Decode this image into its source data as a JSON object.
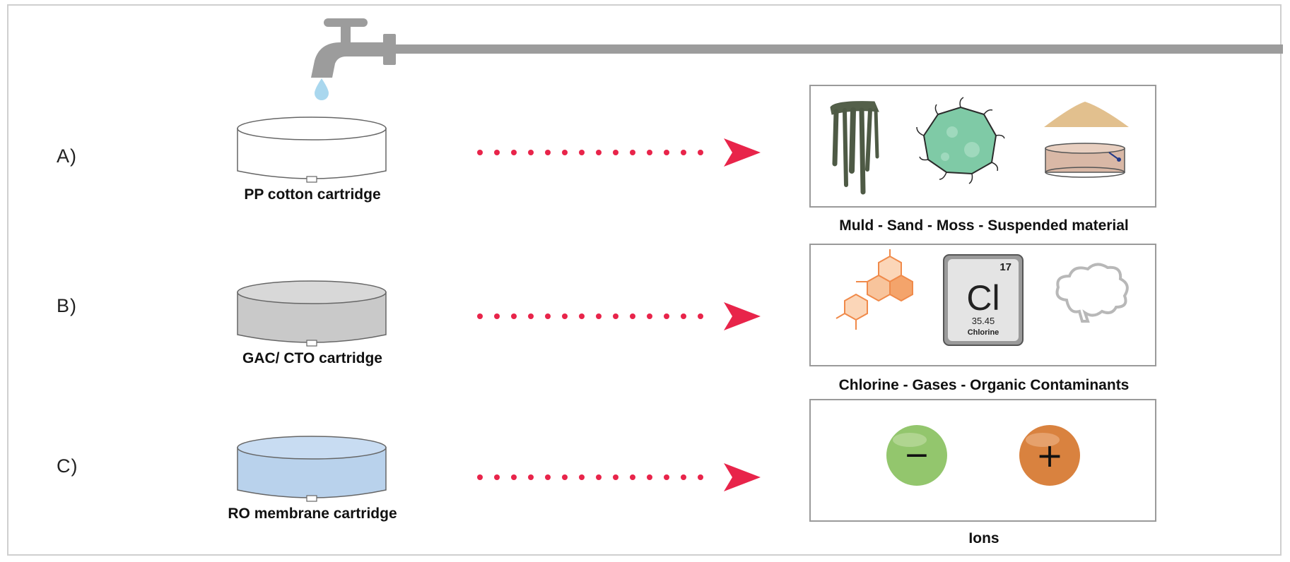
{
  "rows": [
    {
      "label": "A)",
      "cartridge": "PP cotton cartridge",
      "cartridge_fill": "#ffffff",
      "contaminants": "Muld - Sand - Moss - Suspended material",
      "icons": [
        "moss-icon",
        "mold-cell-icon",
        "sand-pile-icon",
        "sieve-icon"
      ]
    },
    {
      "label": "B)",
      "cartridge": "GAC/ CTO cartridge",
      "cartridge_fill": "#c9c9c9",
      "contaminants": "Chlorine - Gases - Organic Contaminants",
      "icons": [
        "organic-molecule-icon",
        "chlorine-element-icon",
        "gas-cloud-icon"
      ],
      "element": {
        "number": "17",
        "symbol": "Cl",
        "mass": "35.45",
        "name": "Chlorine"
      }
    },
    {
      "label": "C)",
      "cartridge": "RO membrane cartridge",
      "cartridge_fill": "#b9d2ec",
      "contaminants": "Ions",
      "icons": [
        "negative-ion-icon",
        "positive-ion-icon"
      ],
      "ions": {
        "negative": "−",
        "positive": "+"
      }
    }
  ],
  "colors": {
    "arrow": "#e8244a",
    "pipe": "#9c9c9c",
    "water_drop": "#a9d7ee",
    "negative_ion": "#93c66d",
    "positive_ion": "#d9823f",
    "mold": "#7fcaa6",
    "molecule": "#f4a46b"
  }
}
